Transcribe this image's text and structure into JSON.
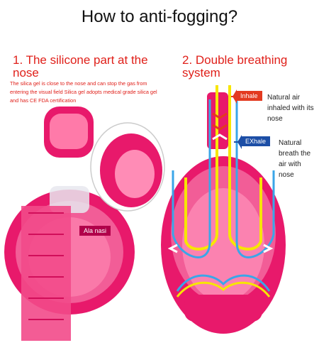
{
  "title": "How to anti-fogging?",
  "left_panel": {
    "heading": "1. The silicone part at the nose",
    "description": "The silica gel is close to the nose and can stop the gas from entering the visual field  Silica gel adopts medical grade silica gel and has CE FDA certification",
    "nose_label": "Ala nasi"
  },
  "right_panel": {
    "heading": "2. Double breathing system",
    "inhale_label": "Inhale",
    "inhale_note": "Natural air inhaled with its nose",
    "exhale_label": "EXhale",
    "exhale_note": "Natural breath the air with nose"
  },
  "colors": {
    "accent": "#e0201a",
    "mask_pink": "#e8196b",
    "inhale_arrow": "#e33a20",
    "exhale_arrow": "#1c4ea6",
    "airflow_yellow": "#f7e600",
    "airflow_blue": "#3aa6e8"
  }
}
